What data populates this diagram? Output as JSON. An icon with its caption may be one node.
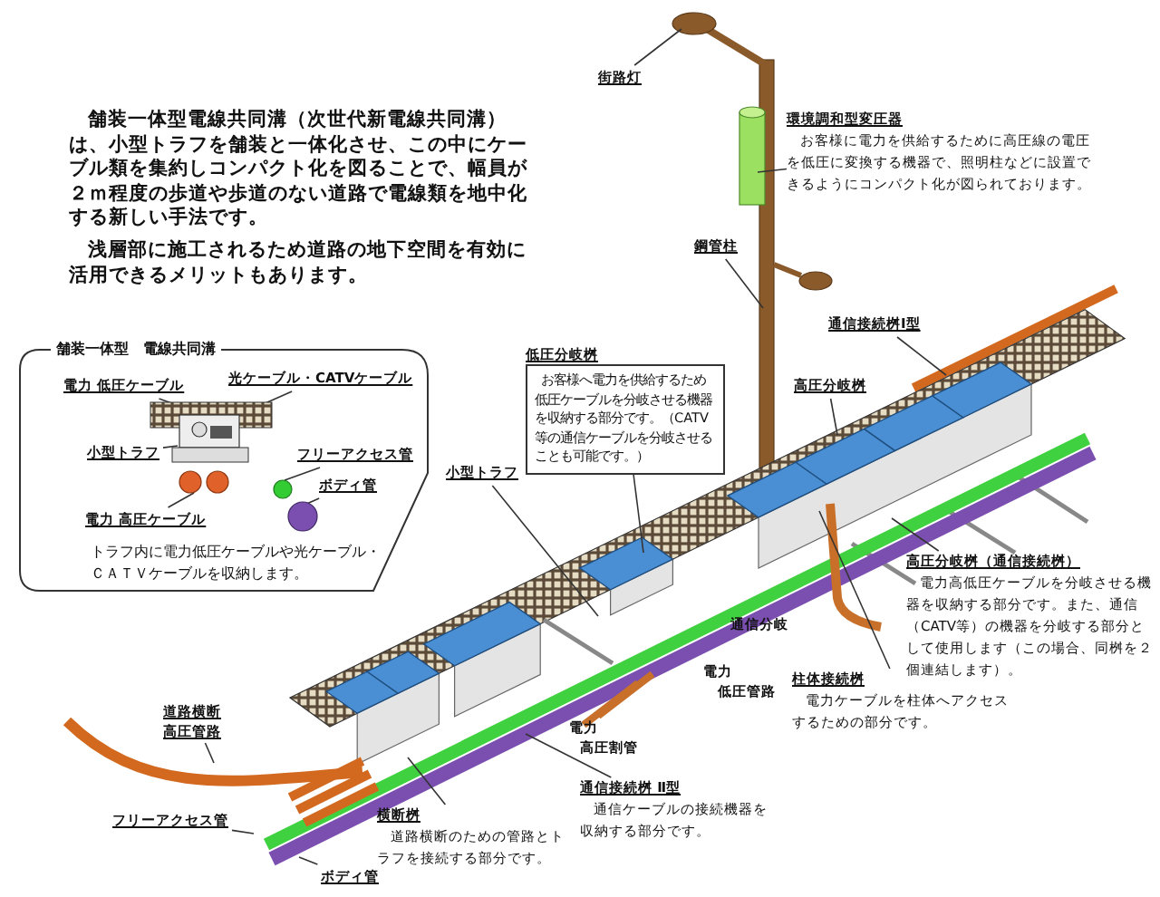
{
  "diagram": {
    "nodes": [
      {
        "text": [
          "舗装一体型　電線共同溝",
          "トラフ内に電力低圧ケーブルや光ケーブル・ＣＡＴＶケーブルを収納します。"
        ]
      },
      {
        "text": [
          "電力 低圧ケーブル"
        ],
        "in": 0
      },
      {
        "text": [
          "光ケーブル・CATVケーブル"
        ],
        "in": 0
      },
      {
        "text": [
          "小型トラフ"
        ],
        "in": 0
      },
      {
        "text": [
          "フリーアクセス管"
        ],
        "in": 0
      },
      {
        "text": [
          "ボディ管"
        ],
        "in": 0
      },
      {
        "text": [
          "電力 高圧ケーブル"
        ],
        "in": 0
      },
      {
        "text": [
          "街路灯"
        ]
      },
      {
        "text": [
          "環境調和型変圧器",
          "お客様に電力を供給するために高圧線の電圧を低圧に変換する機器で、照明柱などに設置できるようにコンパクト化が図られております。"
        ]
      },
      {
        "text": [
          "鋼管柱"
        ]
      },
      {
        "text": [
          "通信接続桝Ⅰ型"
        ]
      },
      {
        "text": [
          "高圧分岐桝"
        ]
      },
      {
        "text": [
          "低圧分岐桝",
          "お客様へ電力を供給するため低圧ケーブルを分岐させる機器を収納する部分です。（CATV等の通信ケーブルを分岐させることも可能です。）"
        ]
      },
      {
        "text": [
          "小型トラフ"
        ]
      },
      {
        "text": [
          "高圧分岐桝（通信接続桝）",
          "電力高低圧ケーブルを分岐させる機器を収納する部分です。また、通信（CATV等）の機器を分岐する部分として使用します（この場合、同桝を２個連結します）。"
        ]
      },
      {
        "text": [
          "柱体接続桝",
          "電力ケーブルを柱体へアクセスするための部分です。"
        ]
      },
      {
        "text": [
          "通信接続桝 Ⅱ型",
          "通信ケーブルの接続機器を収納する部分です。"
        ]
      },
      {
        "text": [
          "横断桝",
          "道路横断のための管路とトラフを接続する部分です。"
        ]
      },
      {
        "text": [
          "道路横断高圧管路"
        ]
      },
      {
        "text": [
          "フリーアクセス管"
        ]
      },
      {
        "text": [
          "ボディ管"
        ]
      }
    ],
    "edges": [
      {
        "from": 1,
        "to": null,
        "arrow": "none"
      },
      {
        "from": 2,
        "to": null,
        "arrow": "none"
      },
      {
        "from": 3,
        "to": null,
        "arrow": "none"
      },
      {
        "from": 4,
        "to": null,
        "arrow": "none"
      },
      {
        "from": 5,
        "to": null,
        "arrow": "none"
      },
      {
        "from": 6,
        "to": null,
        "arrow": "none"
      },
      {
        "from": 7,
        "to": null,
        "arrow": "none"
      },
      {
        "from": 8,
        "to": null,
        "arrow": "none"
      },
      {
        "from": 9,
        "to": null,
        "arrow": "none"
      },
      {
        "from": 10,
        "to": null,
        "arrow": "none"
      },
      {
        "from": 11,
        "to": null,
        "arrow": "none"
      },
      {
        "from": 12,
        "to": null,
        "arrow": "none"
      },
      {
        "from": 13,
        "to": null,
        "arrow": "none"
      },
      {
        "from": 14,
        "to": null,
        "arrow": "none"
      },
      {
        "from": 15,
        "to": null,
        "arrow": "none"
      },
      {
        "from": 16,
        "to": null,
        "arrow": "none"
      },
      {
        "from": 17,
        "to": null,
        "arrow": "none"
      },
      {
        "from": 18,
        "to": null,
        "arrow": "none"
      },
      {
        "from": 19,
        "to": null,
        "arrow": "none"
      },
      {
        "from": 20,
        "to": null,
        "arrow": "none"
      }
    ],
    "labels": [
      "舗装一体型電線共同溝（次世代新電線共同溝）は、小型トラフを舗装と一体化させ、この中にケーブル類を集約しコンパクト化を図ることで、幅員が２ｍ程度の歩道や歩道のない道路で電線類を地中化する新しい手法です。",
      "浅層部に施工されるため道路の地下空間を有効に活用できるメリットもあります。",
      "通信分岐",
      "電力",
      "低圧管路",
      "電力",
      "高圧割管"
    ]
  }
}
